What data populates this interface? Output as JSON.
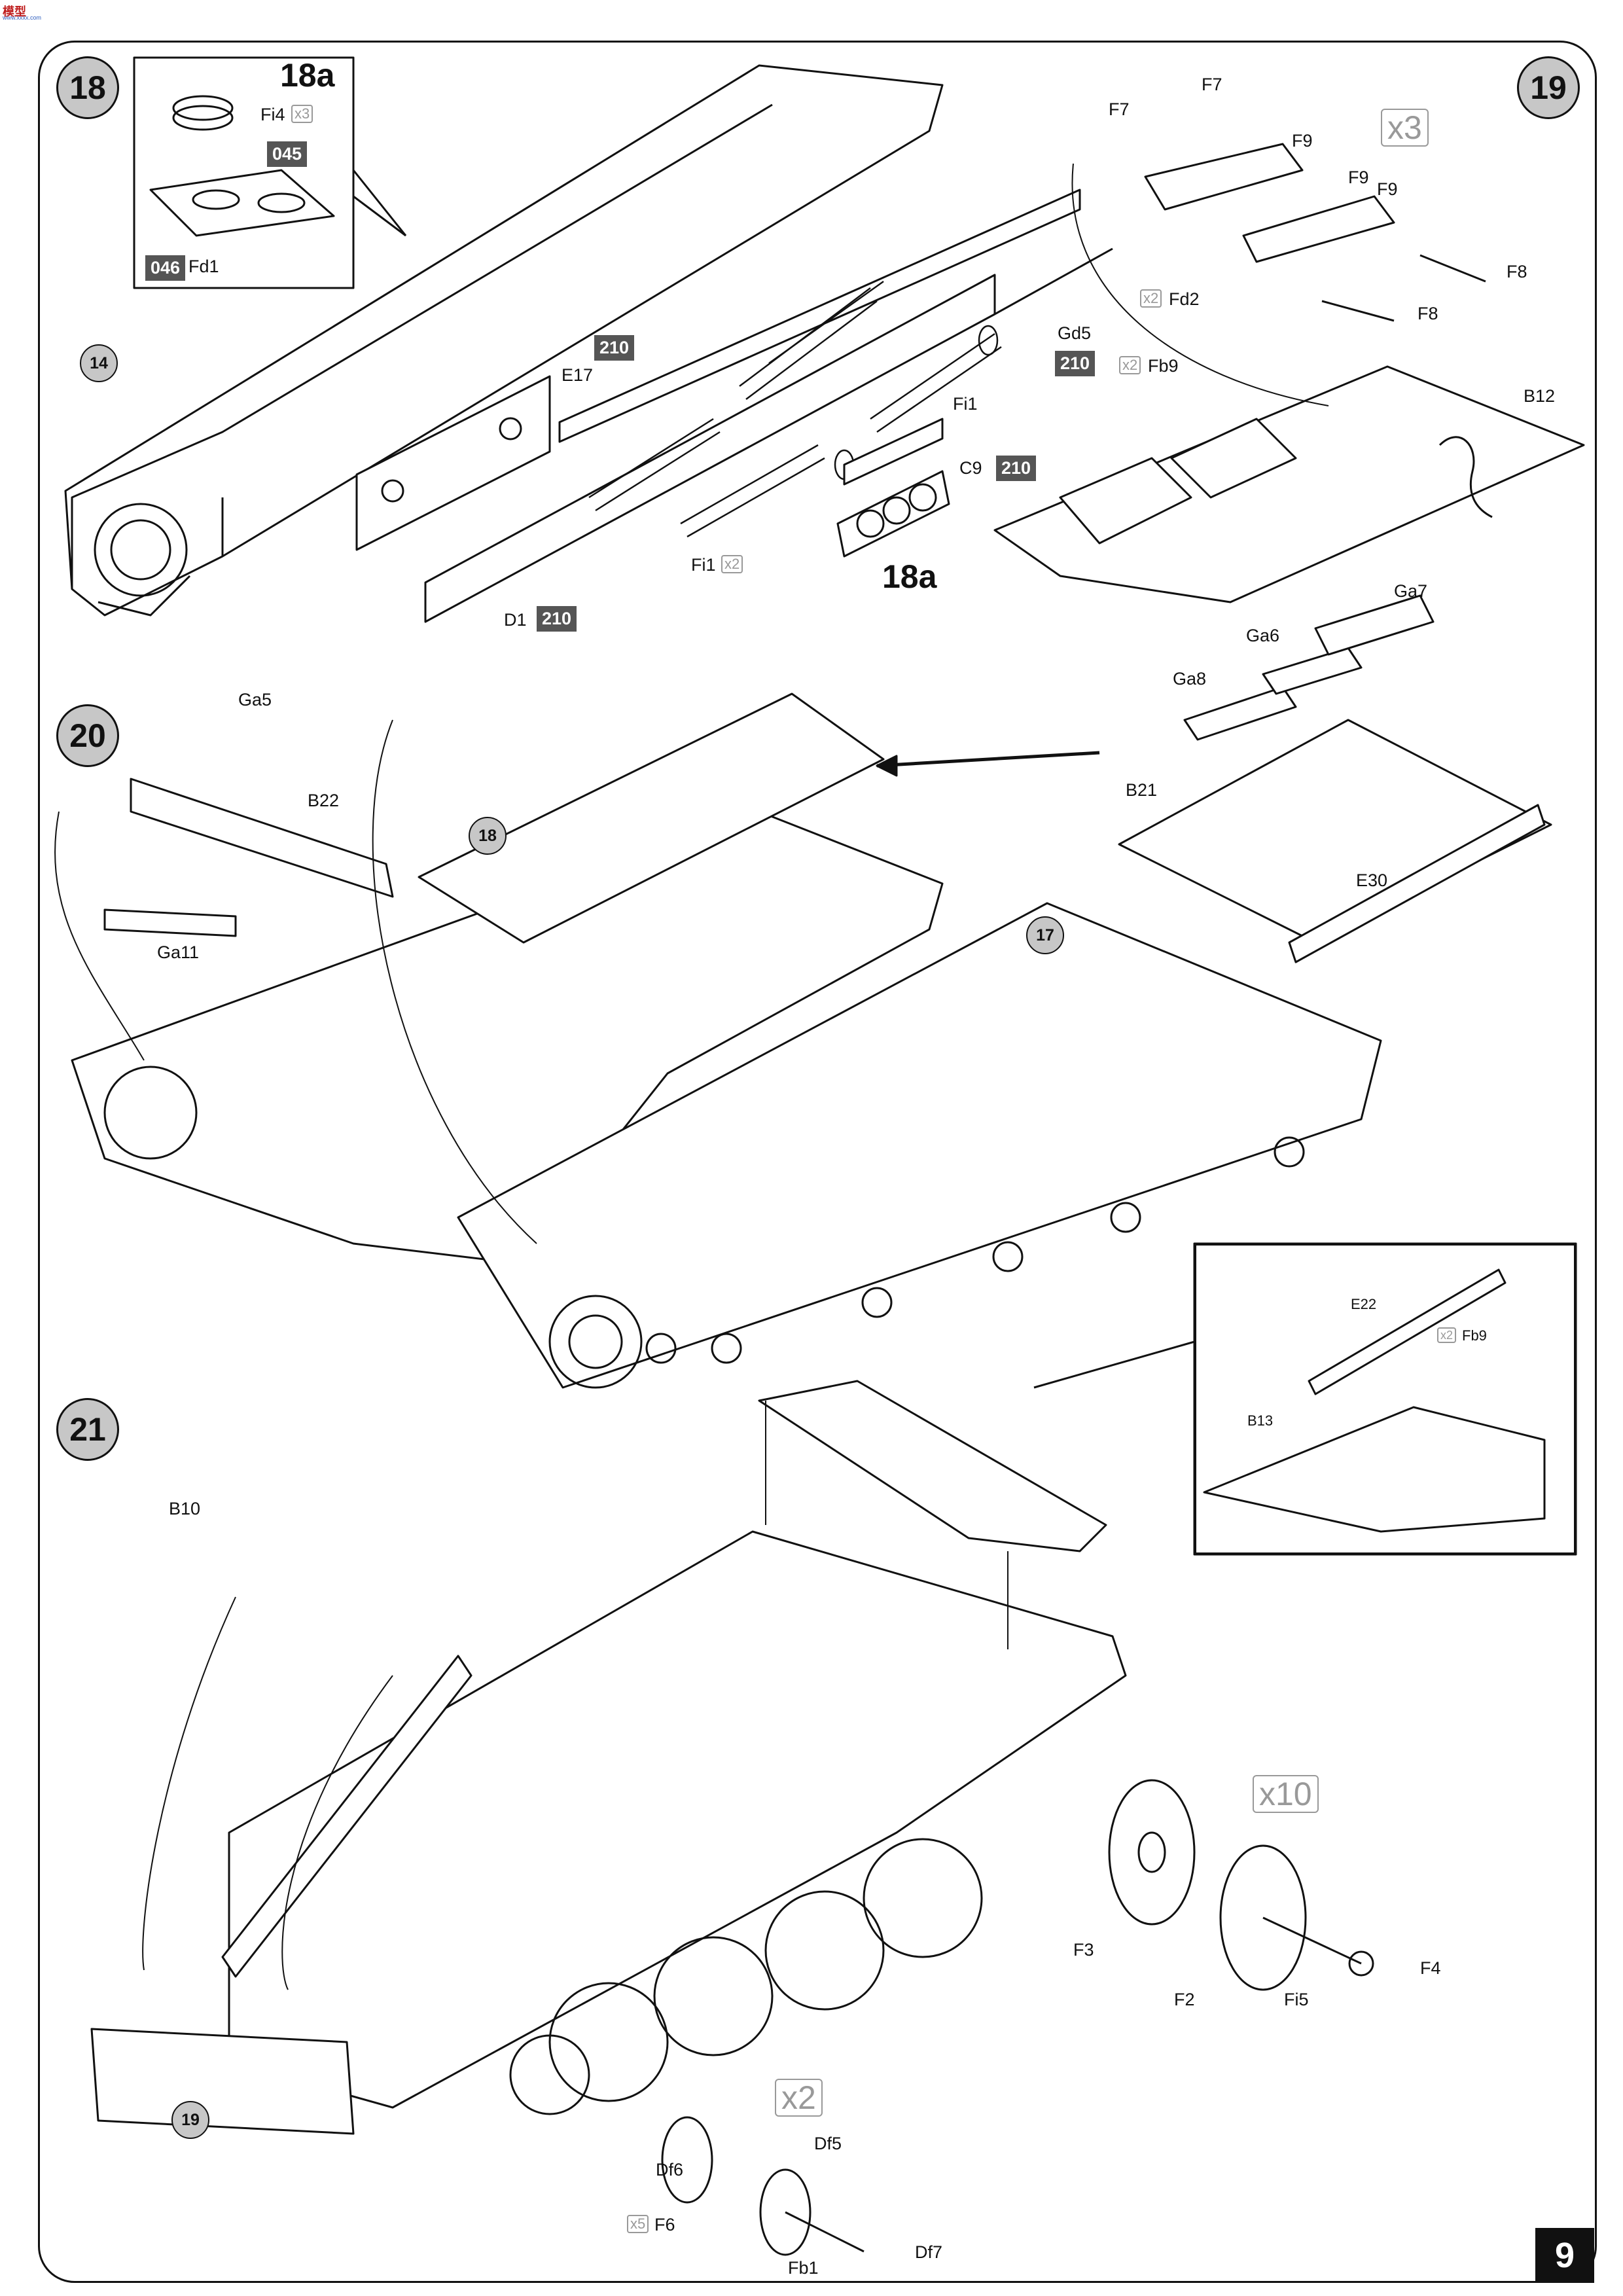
{
  "page_number": "9",
  "watermark": {
    "logo": "模型",
    "site": "www.xxxx.com"
  },
  "steps": {
    "s18": "18",
    "s19": "19",
    "s20": "20",
    "s21": "21"
  },
  "step18": {
    "inset_title": "18a",
    "fi4": "Fi4",
    "fi4_qty": "x3",
    "code_045": "045",
    "code_046": "046",
    "fd1": "Fd1",
    "ref_14": "14",
    "e17": "E17",
    "code_210_a": "210",
    "code_210_b": "210",
    "code_210_c": "210",
    "code_210_d": "210",
    "gd5": "Gd5",
    "fi1_a": "Fi1",
    "c9": "C9",
    "fi1_b": "Fi1",
    "fi1_b_qty": "x2",
    "d1": "D1",
    "label_18a": "18a"
  },
  "step19": {
    "qty": "x3",
    "f7_a": "F7",
    "f7_b": "F7",
    "f9_a": "F9",
    "f9_b": "F9",
    "f9_c": "F9",
    "f8_a": "F8",
    "f8_b": "F8",
    "fd2": "Fd2",
    "fd2_qty": "x2",
    "fb9": "Fb9",
    "fb9_qty": "x2",
    "b12": "B12"
  },
  "step20": {
    "ga5": "Ga5",
    "b22": "B22",
    "ga11": "Ga11",
    "ref_18": "18",
    "ref_17": "17",
    "ga6": "Ga6",
    "ga7": "Ga7",
    "ga8": "Ga8",
    "b21": "B21",
    "e30": "E30",
    "e22": "E22",
    "fb9": "Fb9",
    "fb9_qty": "x2",
    "b13": "B13"
  },
  "step21": {
    "b10": "B10",
    "qty_10": "x10",
    "f3": "F3",
    "f2": "F2",
    "fi5": "Fi5",
    "f4": "F4",
    "ref_19": "19",
    "qty_2": "x2",
    "df5": "Df5",
    "df6": "Df6",
    "f6": "F6",
    "f6_qty": "x5",
    "fb1": "Fb1",
    "df7": "Df7"
  },
  "colors": {
    "accent_box": "#555555",
    "step_circle": "#c7c7c7",
    "qty_grey": "#999999"
  }
}
